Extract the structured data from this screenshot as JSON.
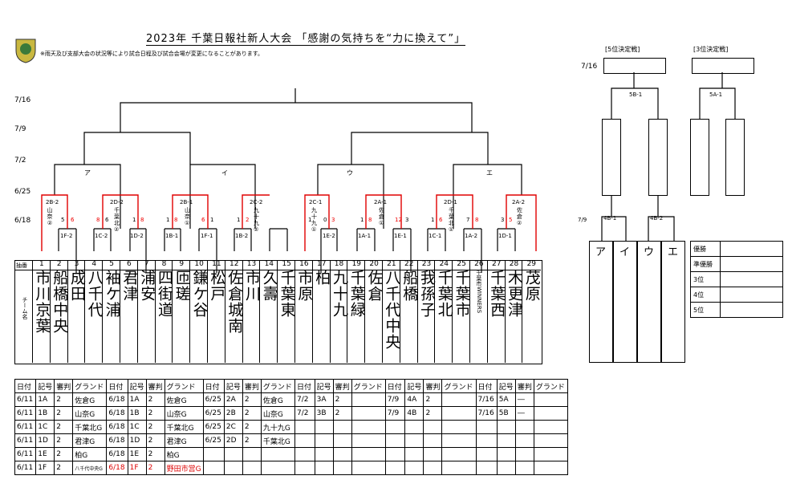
{
  "header": {
    "title": "2023年 千葉日報社新人大会 「感謝の気持ちを“力に換えて”」",
    "note": "※雨天及び支部大会の状況等により試合日程及び試合会場が変更になることがあります。"
  },
  "rounds": [
    "7/16",
    "7/9",
    "7/2",
    "6/25",
    "6/18"
  ],
  "bracket": {
    "blocks": [
      "ア",
      "イ",
      "ウ",
      "エ"
    ],
    "r2": [
      {
        "code": "2B-2",
        "venue": "山奈②"
      },
      {
        "code": "2D-2",
        "venue": "千葉北②"
      },
      {
        "code": "2B-1",
        "venue": "山奈①"
      },
      {
        "code": "2C-2",
        "venue": "九十九②"
      },
      {
        "code": "2C-1",
        "venue": "九十九①"
      },
      {
        "code": "2A-1",
        "venue": "佐倉①"
      },
      {
        "code": "2D-1",
        "venue": "千葉北①"
      },
      {
        "code": "2A-2",
        "venue": "佐倉②"
      }
    ],
    "r1": [
      "1F-2",
      "1C-2",
      "1D-2",
      "1B-1",
      "1F-1",
      "1B-2",
      "1E-2",
      "1A-1",
      "1E-1",
      "1C-1",
      "1A-2",
      "1D-1"
    ],
    "scores": [
      "5",
      "6",
      "6",
      "8",
      "1",
      "8",
      "1",
      "8",
      "6",
      "1",
      "1",
      "2",
      "1",
      "0",
      "3",
      "1",
      "8",
      "12",
      "3",
      "1",
      "6",
      "7",
      "8",
      "3",
      "5"
    ]
  },
  "teams_header": {
    "num_label": "抽番",
    "team_label": "チーム名"
  },
  "teams": [
    {
      "num": "1",
      "name": "市川京葉"
    },
    {
      "num": "2",
      "name": "船橋中央"
    },
    {
      "num": "3",
      "name": "成田"
    },
    {
      "num": "4",
      "name": "八千代"
    },
    {
      "num": "5",
      "name": "袖ケ浦"
    },
    {
      "num": "6",
      "name": "君津"
    },
    {
      "num": "7",
      "name": "浦安"
    },
    {
      "num": "8",
      "name": "四街道"
    },
    {
      "num": "9",
      "name": "匝瑳"
    },
    {
      "num": "10",
      "name": "鎌ケ谷"
    },
    {
      "num": "11",
      "name": "松戸"
    },
    {
      "num": "12",
      "name": "佐倉城南"
    },
    {
      "num": "13",
      "name": "市川"
    },
    {
      "num": "14",
      "name": "久壽"
    },
    {
      "num": "15",
      "name": "千葉東"
    },
    {
      "num": "16",
      "name": "市原"
    },
    {
      "num": "17",
      "name": "柏"
    },
    {
      "num": "18",
      "name": "九十九"
    },
    {
      "num": "19",
      "name": "千葉緑"
    },
    {
      "num": "20",
      "name": "佐倉"
    },
    {
      "num": "21",
      "name": "八千代中央"
    },
    {
      "num": "22",
      "name": "船橋"
    },
    {
      "num": "23",
      "name": "我孫子"
    },
    {
      "num": "24",
      "name": "千葉北"
    },
    {
      "num": "25",
      "name": "千葉市"
    },
    {
      "num": "26",
      "name": "千葉市WINNERS"
    },
    {
      "num": "27",
      "name": "千葉西"
    },
    {
      "num": "28",
      "name": "木更津"
    },
    {
      "num": "29",
      "name": "茂原"
    }
  ],
  "finals": {
    "title5": "[5位決定戦]",
    "title3": "[3位決定戦]",
    "date": "7/16",
    "date2": "7/9",
    "m5": "5B-1",
    "m3": "5A-1",
    "semi1": "4B-1",
    "semi2": "4B-2",
    "blocks": [
      "ア",
      "イ",
      "ウ",
      "エ"
    ]
  },
  "result": [
    "優勝",
    "準優勝",
    "3位",
    "4位",
    "5位"
  ],
  "schedule": {
    "headers": [
      "日付",
      "記号",
      "審判",
      "グランド"
    ],
    "rows": [
      [
        [
          "6/11",
          "1A",
          "2",
          "佐倉G"
        ],
        [
          "6/18",
          "1A",
          "2",
          "佐倉G"
        ],
        [
          "6/25",
          "2A",
          "2",
          "佐倉G"
        ],
        [
          "7/2",
          "3A",
          "2",
          ""
        ],
        [
          "7/9",
          "4A",
          "2",
          ""
        ],
        [
          "7/16",
          "5A",
          "―",
          ""
        ]
      ],
      [
        [
          "6/11",
          "1B",
          "2",
          "山奈G"
        ],
        [
          "6/18",
          "1B",
          "2",
          "山奈G"
        ],
        [
          "6/25",
          "2B",
          "2",
          "山奈G"
        ],
        [
          "7/2",
          "3B",
          "2",
          ""
        ],
        [
          "7/9",
          "4B",
          "2",
          ""
        ],
        [
          "7/16",
          "5B",
          "―",
          ""
        ]
      ],
      [
        [
          "6/11",
          "1C",
          "2",
          "千葉北G"
        ],
        [
          "6/18",
          "1C",
          "2",
          "千葉北G"
        ],
        [
          "6/25",
          "2C",
          "2",
          "九十九G"
        ],
        [
          "",
          "",
          "",
          ""
        ],
        [
          "",
          "",
          "",
          ""
        ],
        [
          "",
          "",
          "",
          ""
        ]
      ],
      [
        [
          "6/11",
          "1D",
          "2",
          "君津G"
        ],
        [
          "6/18",
          "1D",
          "2",
          "君津G"
        ],
        [
          "6/25",
          "2D",
          "2",
          "千葉北G"
        ],
        [
          "",
          "",
          "",
          ""
        ],
        [
          "",
          "",
          "",
          ""
        ],
        [
          "",
          "",
          "",
          ""
        ]
      ],
      [
        [
          "6/11",
          "1E",
          "2",
          "柏G"
        ],
        [
          "6/18",
          "1E",
          "2",
          "柏G"
        ],
        [
          "",
          "",
          "",
          ""
        ],
        [
          "",
          "",
          "",
          ""
        ],
        [
          "",
          "",
          "",
          ""
        ],
        [
          "",
          "",
          "",
          ""
        ]
      ],
      [
        [
          "6/11",
          "1F",
          "2",
          "八千代中央G"
        ],
        [
          "6/18",
          "1F",
          "2",
          "野田市営G"
        ],
        [
          "",
          "",
          "",
          ""
        ],
        [
          "",
          "",
          "",
          ""
        ],
        [
          "",
          "",
          "",
          ""
        ],
        [
          "",
          "",
          "",
          ""
        ]
      ]
    ]
  },
  "colors": {
    "line": "#000000",
    "win": "#e00000"
  }
}
